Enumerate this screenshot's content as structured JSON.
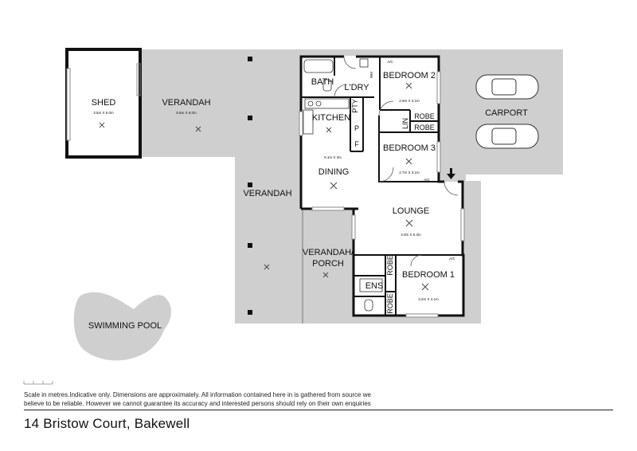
{
  "rooms": {
    "shed": {
      "label": "SHED",
      "size": "3.5m X 6.0m"
    },
    "verandah_top": {
      "label": "VERANDAH",
      "size": "5.5m X 6.0m"
    },
    "verandah_side": {
      "label": "VERANDAH"
    },
    "verandah_porch_1": {
      "label": "VERANDAH/"
    },
    "verandah_porch_2": {
      "label": "PORCH"
    },
    "bath": {
      "label": "BATH"
    },
    "laundry": {
      "label": "L'DRY"
    },
    "bedroom2": {
      "label": "BEDROOM 2",
      "size": "2.9m X 3.1m"
    },
    "bedroom3": {
      "label": "BEDROOM 3",
      "size": "2.7m X 3.1m"
    },
    "kitchen": {
      "label": "KITCHEN",
      "size": "6.1m X 3m"
    },
    "dining": {
      "label": "DINING"
    },
    "pantry_pty": {
      "label": "PTY"
    },
    "pantry_p": {
      "label": "P"
    },
    "fridge_f": {
      "label": "F"
    },
    "linen": {
      "label": "LIN"
    },
    "robe_a": {
      "label": "ROBE"
    },
    "robe_b": {
      "label": "ROBE"
    },
    "robe_c": {
      "label": "ROBE"
    },
    "robe_d": {
      "label": "ROBE"
    },
    "lounge": {
      "label": "LOUNGE",
      "size": "3.0m X 5.3m"
    },
    "bedroom1": {
      "label": "BEDROOM 1",
      "size": "3.2m X 4.1m"
    },
    "ensuite": {
      "label": "ENS"
    },
    "carport": {
      "label": "CARPORT"
    },
    "pool": {
      "label": "SWIMMING POOL"
    },
    "ac_1": {
      "label": "A/C"
    },
    "ac_2": {
      "label": "A/C"
    },
    "ac_3": {
      "label": "A/C"
    },
    "wm": {
      "label": "WM"
    }
  },
  "disclaimer": {
    "line1": "Scale in metres.Indicative only. Dimensions are approximately. All information contained here in is gathered from source we",
    "line2": "believe to be reliable. However we cannot guarantee its accuracy and interested persons should rely on their own enquiries"
  },
  "address": "14 Bristow Court, Bakewell",
  "colors": {
    "outdoor": "#cfcfcf",
    "wall": "#111111",
    "interior": "#ffffff"
  }
}
